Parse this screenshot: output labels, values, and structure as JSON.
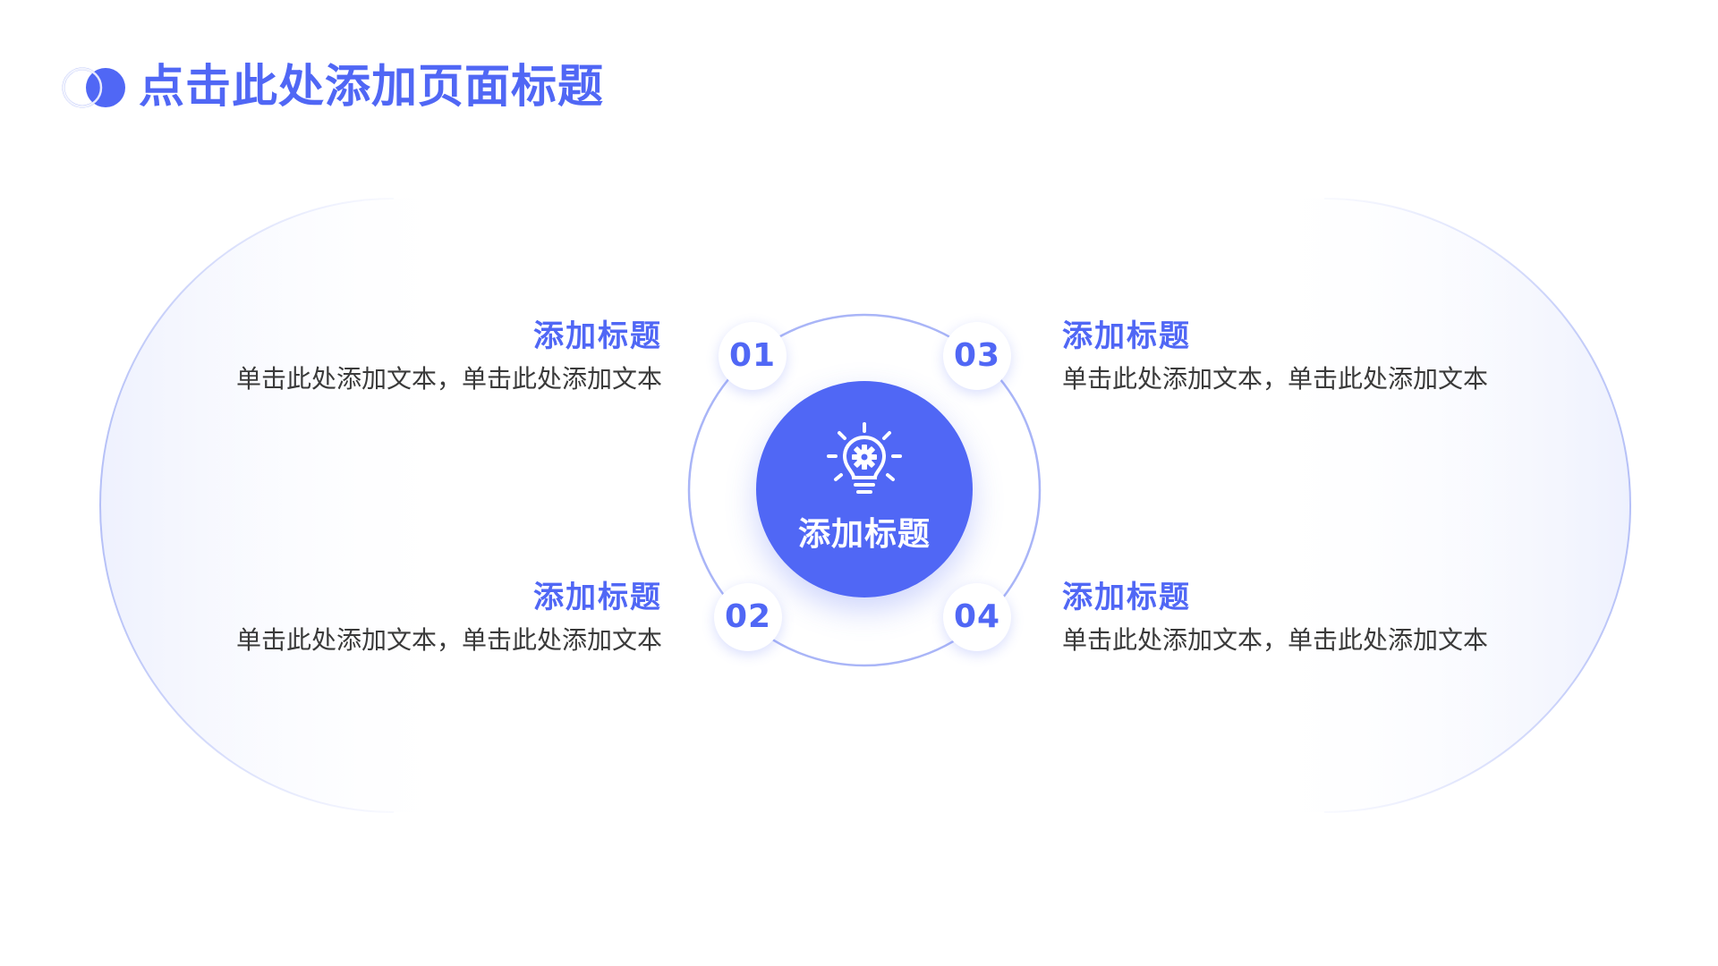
{
  "header": {
    "title": "点击此处添加页面标题"
  },
  "colors": {
    "accent": "#5067f5",
    "ring": "#a9b5f7",
    "body_text": "#3a3a3a"
  },
  "center": {
    "icon": "lightbulb-gear-icon",
    "title": "添加标题"
  },
  "items": [
    {
      "number": "01",
      "title": "添加标题",
      "desc": "单击此处添加文本，单击此处添加文本"
    },
    {
      "number": "02",
      "title": "添加标题",
      "desc": "单击此处添加文本，单击此处添加文本"
    },
    {
      "number": "03",
      "title": "添加标题",
      "desc": "单击此处添加文本，单击此处添加文本"
    },
    {
      "number": "04",
      "title": "添加标题",
      "desc": "单击此处添加文本，单击此处添加文本"
    }
  ]
}
